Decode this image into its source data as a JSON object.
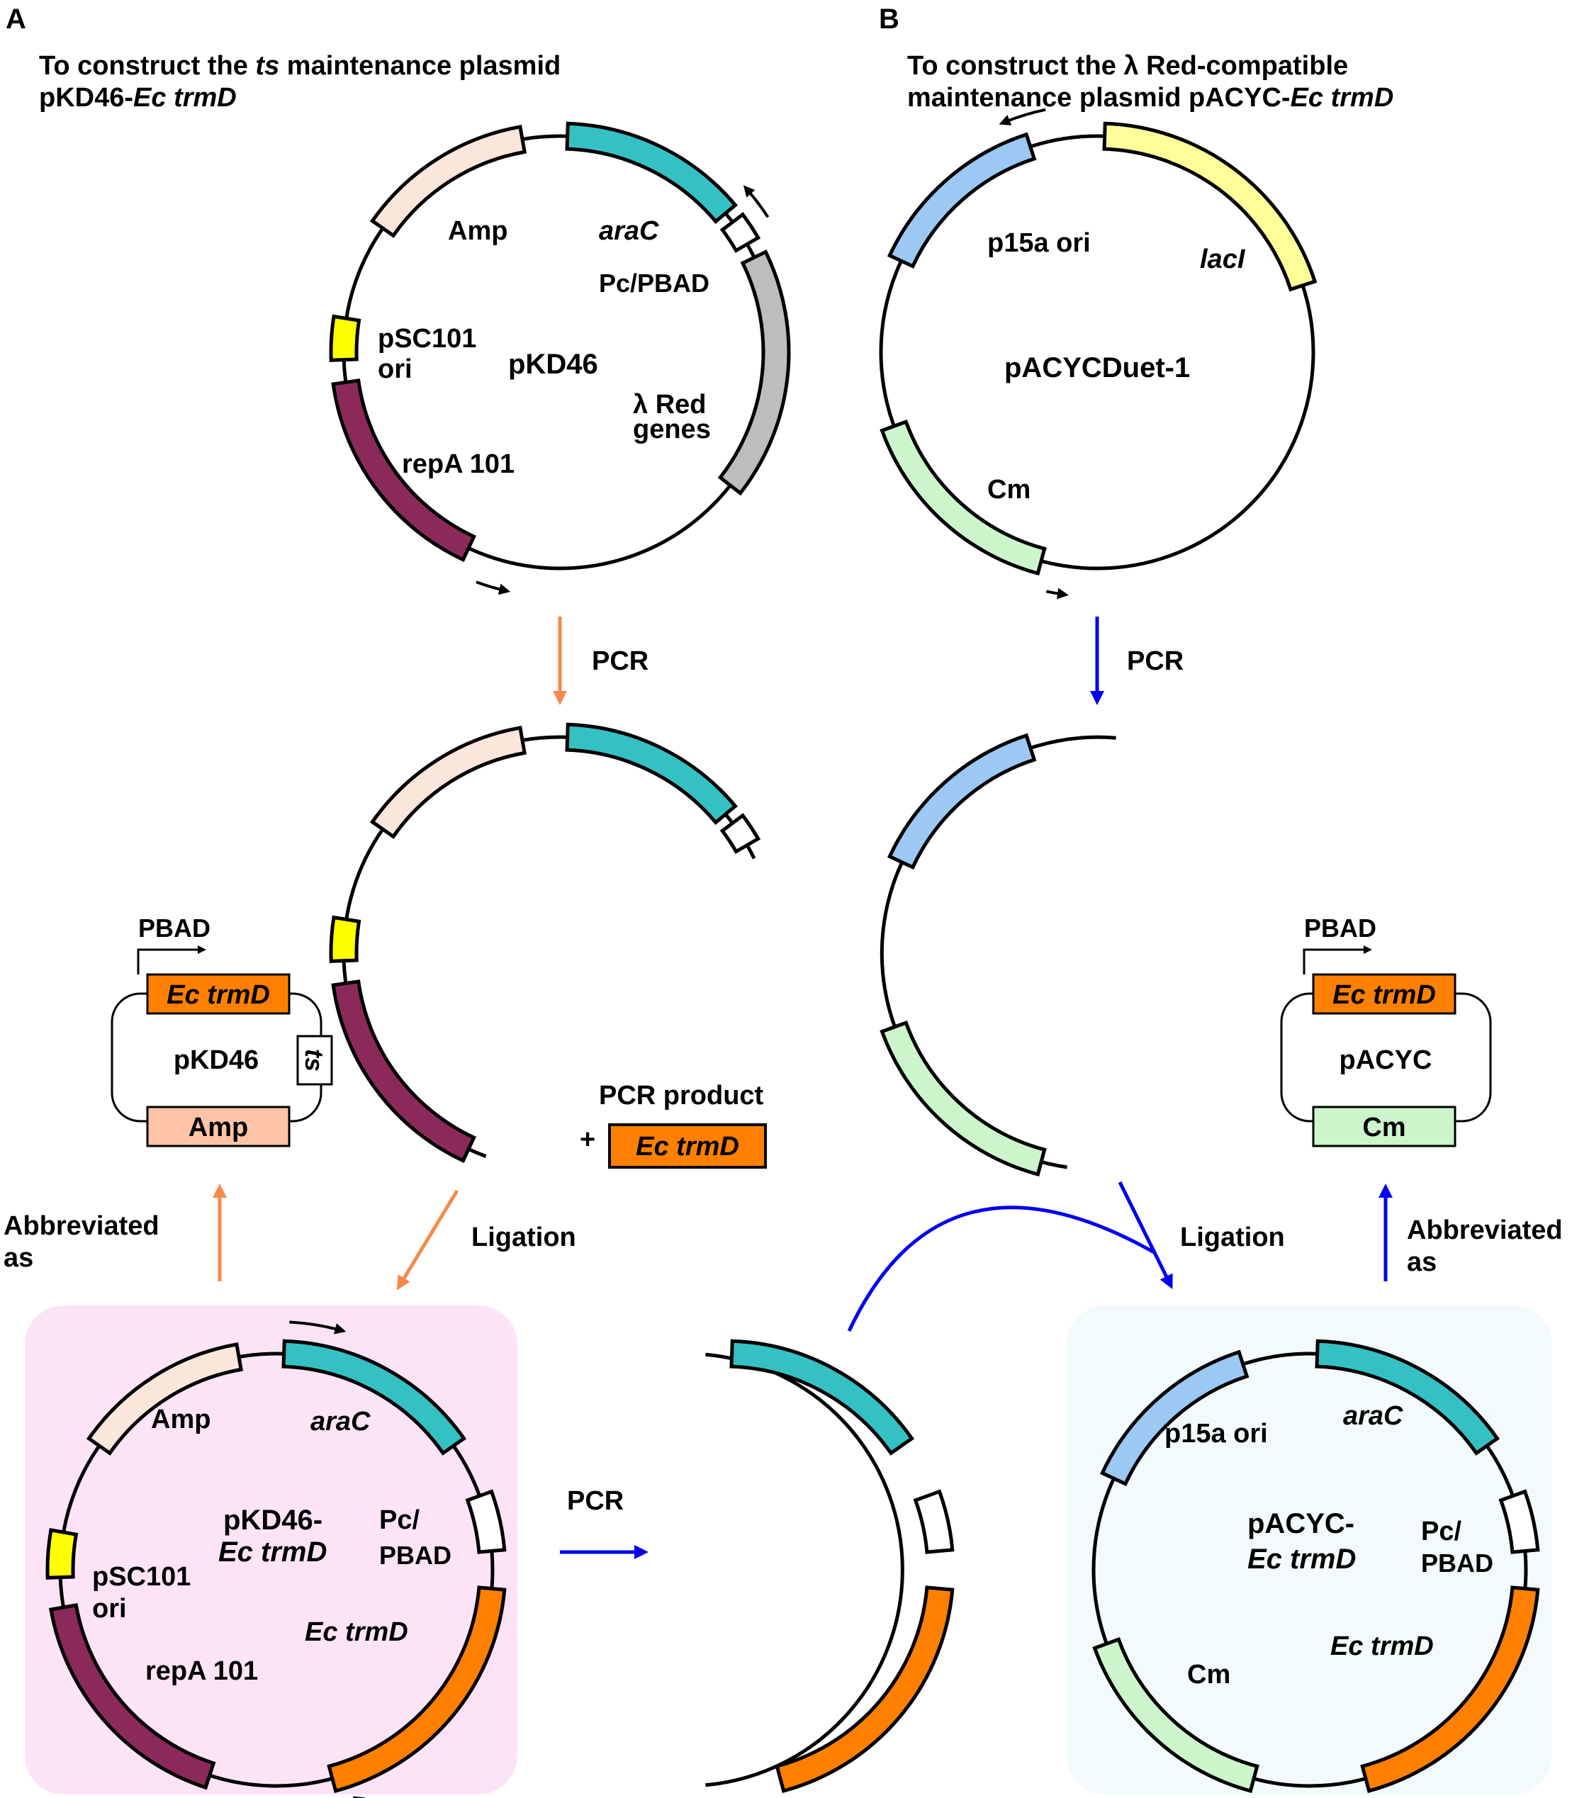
{
  "panel_a": {
    "letter": "A",
    "title_pre": "To construct the ",
    "title_ts": "ts",
    "title_post": " maintenance plasmid",
    "title_line2_pre": "pKD46-",
    "title_line2_it": "Ec trmD"
  },
  "panel_b": {
    "letter": "B",
    "title_line1": "To construct the λ Red-compatible",
    "title_line2_pre": "maintenance plasmid pACYC-",
    "title_line2_it": "Ec trmD"
  },
  "pkd46": {
    "name": "pKD46",
    "amp": "Amp",
    "arac": "araC",
    "promoter_c": "Pc",
    "promoter_bad": "/PBAD",
    "ori_1": "pSC101",
    "ori_2": "ori",
    "red_1": "λ Red",
    "red_2": "genes",
    "repa": "repA 101"
  },
  "pacycduet": {
    "name": "pACYCDuet-1",
    "ori": "p15a ori",
    "laci": "lacI",
    "cm": "Cm"
  },
  "steps": {
    "pcr": "PCR",
    "ligation": "Ligation",
    "abbrev_1": "Abbreviated",
    "abbrev_2": "as",
    "pcr_product": "PCR product",
    "plus": "+",
    "insert": "Ec trmD"
  },
  "pkd46_trmd": {
    "name_1": "pKD46-",
    "name_2": "Ec trmD",
    "amp": "Amp",
    "arac": "araC",
    "prom_1": "Pc/",
    "prom_2": "PBAD",
    "ori_1": "pSC101",
    "ori_2": "ori",
    "repa": "repA 101",
    "trmd": "Ec trmD"
  },
  "pacyc_trmd": {
    "name_1": "pACYC-",
    "name_2": "Ec trmD",
    "ori": "p15a ori",
    "arac": "araC",
    "prom_1": "Pc/",
    "prom_2": "PBAD",
    "cm": "Cm",
    "trmd": "Ec trmD"
  },
  "abbrev_a": {
    "promoter": "PBAD",
    "gene": "Ec trmD",
    "name": "pKD46",
    "ts": "ts",
    "marker": "Amp"
  },
  "abbrev_b": {
    "promoter": "PBAD",
    "gene": "Ec trmD",
    "name": "pACYC",
    "marker": "Cm"
  },
  "colors": {
    "amp": "#FBE6DC",
    "arac": "#35C1C4",
    "red": "#BDBDBD",
    "ori_yellow": "#FFFF00",
    "repa": "#8B2A5A",
    "p15a": "#9CC8F4",
    "laci": "#FFFF99",
    "cm": "#CCF5CC",
    "trmd": "#FF8000",
    "arrow_orange": "#F58A4B",
    "arrow_blue": "#0000EE",
    "bg_pink": "#FCE4F6",
    "bg_blue": "#F2FAFC"
  }
}
